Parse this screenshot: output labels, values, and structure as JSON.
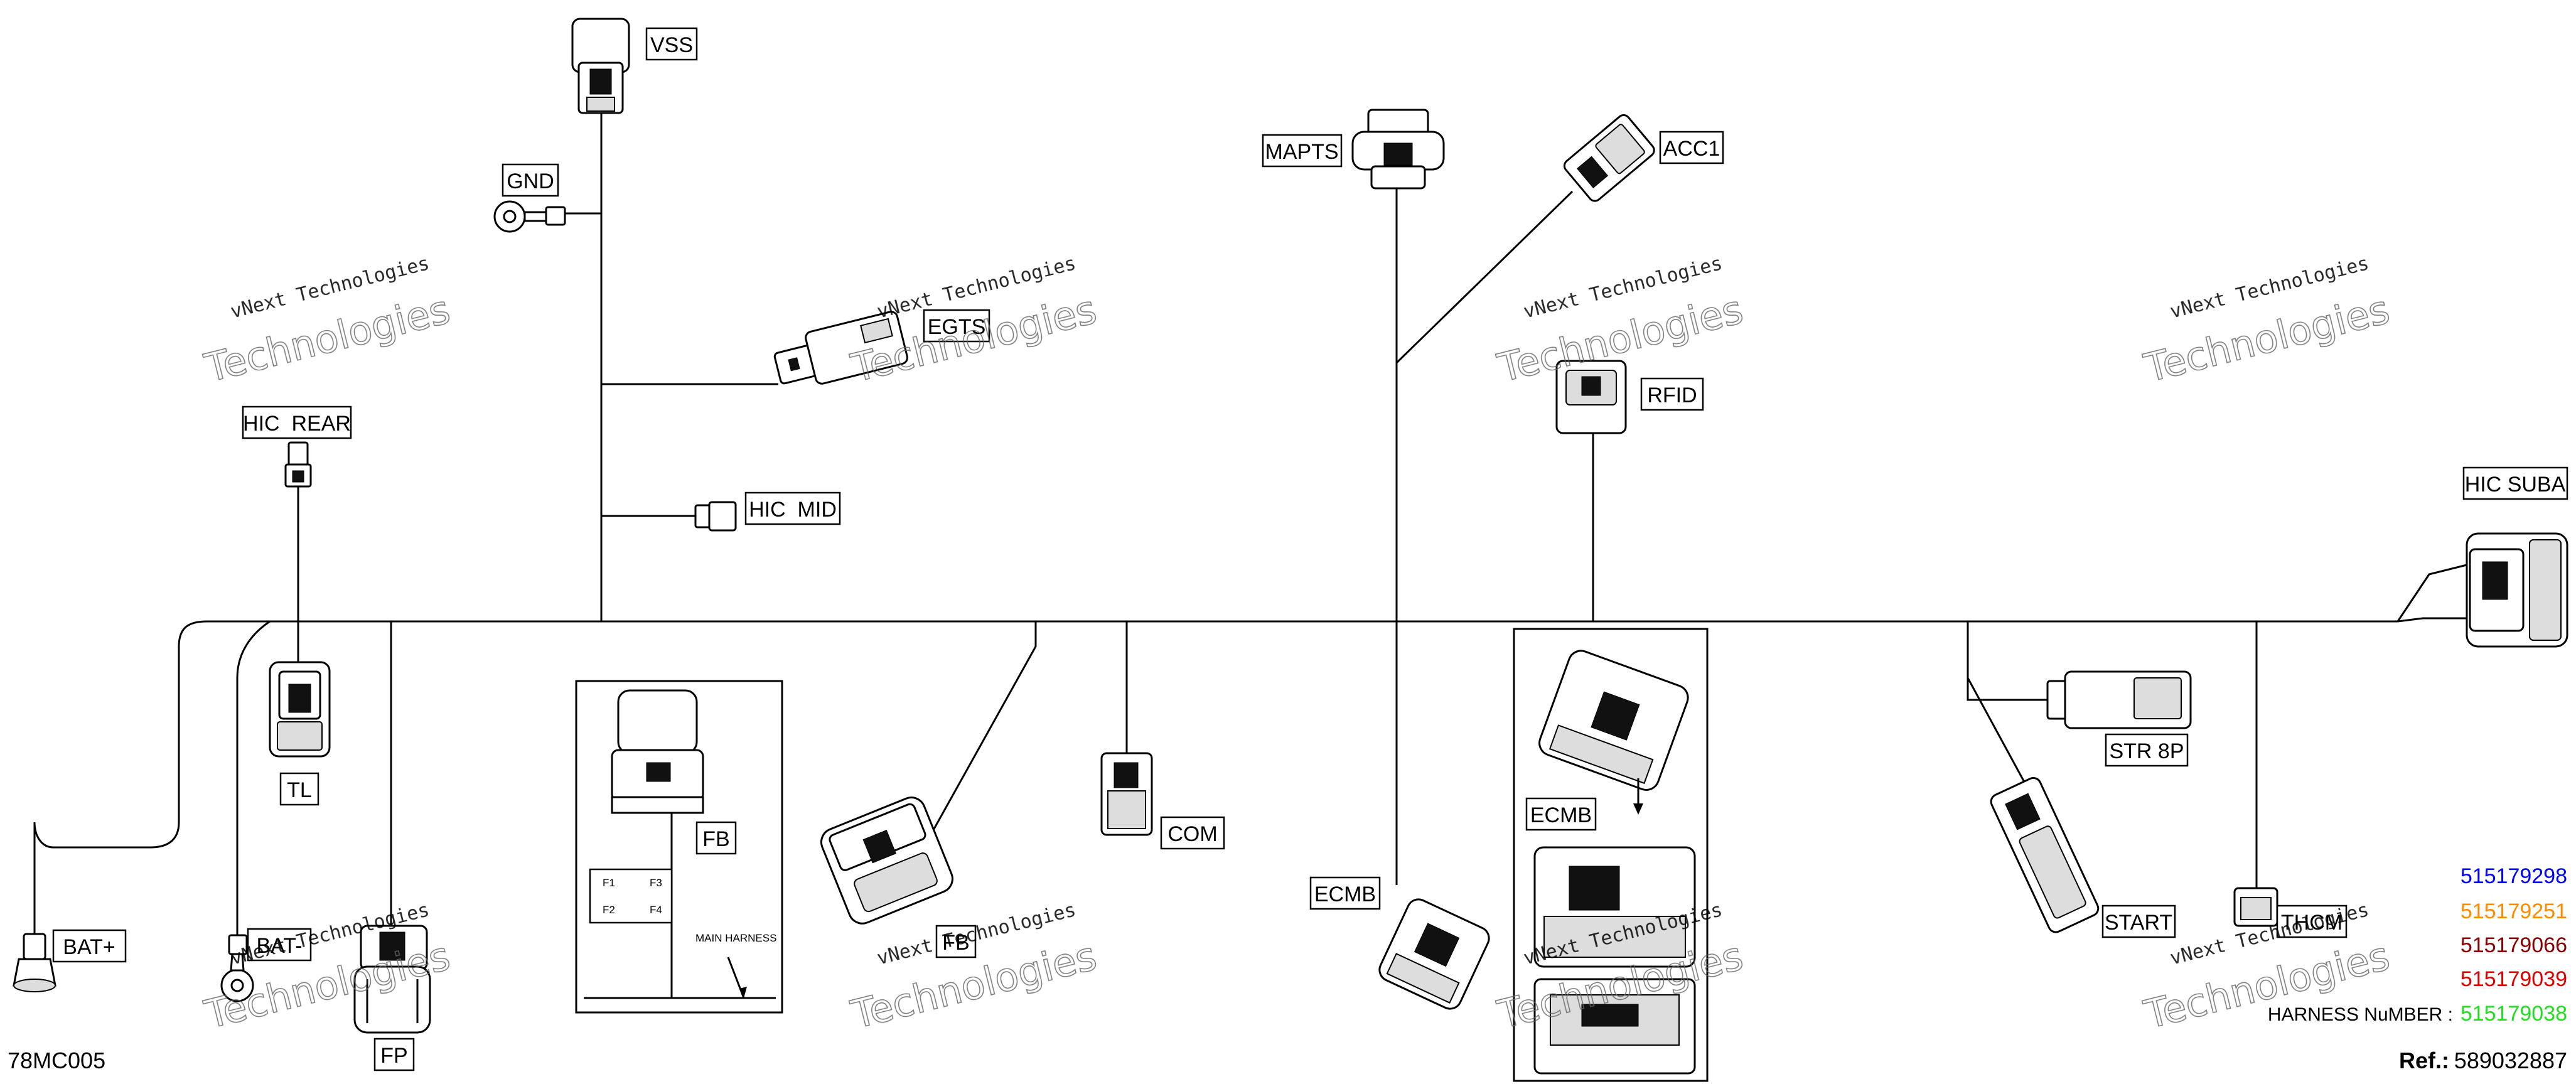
{
  "connectors": {
    "vss": "VSS",
    "gnd": "GND",
    "egts": "EGTS",
    "hic_rear": "HIC  REAR",
    "hic_mid": "HIC  MID",
    "tl": "TL",
    "bat_plus": "BAT+",
    "bat_minus": "BAT-",
    "fp": "FP",
    "fb_box": "FB",
    "fb": "FB",
    "com": "COM",
    "mapts": "MAPTS",
    "acc1": "ACC1",
    "rfid": "RFID",
    "ecmb_box": "ECMB",
    "ecmb": "ECMB",
    "hic_suba": "HIC SUBA",
    "str8p": "STR 8P",
    "start": "START",
    "thcm": "THCM"
  },
  "fuse_box": {
    "fuses": [
      "F1",
      "F3",
      "F2",
      "F4"
    ],
    "main_harness": "MAIN HARNESS"
  },
  "watermark": {
    "line1": "vNext Technologies",
    "line2": "Technologies"
  },
  "harness_numbers": {
    "items": [
      {
        "value": "515179298",
        "color": "#0000ff"
      },
      {
        "value": "515179251",
        "color": "#ff8c00"
      },
      {
        "value": "515179066",
        "color": "#8b0000"
      },
      {
        "value": "515179039",
        "color": "#e00000"
      },
      {
        "value": "515179038",
        "color": "#22dd22"
      }
    ],
    "label": "HARNESS NuMBER :"
  },
  "footer": {
    "code": "78MC005",
    "ref_label": "Ref.:",
    "ref_value": "589032887"
  }
}
